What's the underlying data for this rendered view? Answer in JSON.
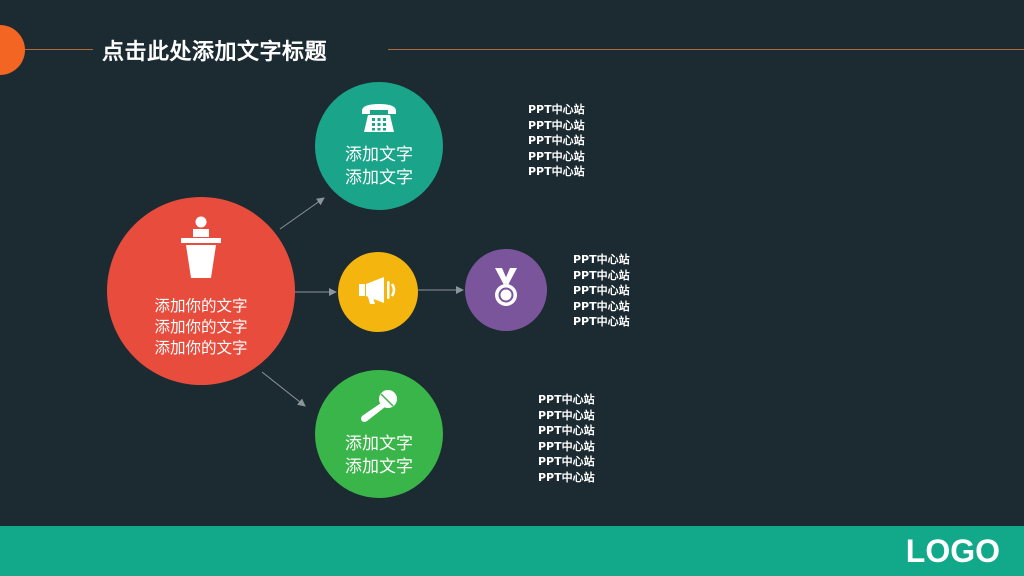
{
  "header": {
    "title": "点击此处添加文字标题"
  },
  "colors": {
    "background": "#1b2b31",
    "accent_orange": "#f26522",
    "main_red": "#e84c3d",
    "teal": "#1aa48a",
    "yellow": "#f5b50f",
    "purple": "#7b559c",
    "green": "#3ab54a",
    "footer": "#12a98b"
  },
  "main_node": {
    "icon": "podium-speaker-icon",
    "lines": [
      "添加你的文字",
      "添加你的文字",
      "添加你的文字"
    ]
  },
  "teal_node": {
    "icon": "telephone-icon",
    "lines": [
      "添加文字",
      "添加文字"
    ]
  },
  "yellow_node": {
    "icon": "megaphone-icon"
  },
  "purple_node": {
    "icon": "medal-icon"
  },
  "green_node": {
    "icon": "microphone-icon",
    "lines": [
      "添加文字",
      "添加文字"
    ]
  },
  "text_blocks": {
    "top": [
      "PPT中心站",
      "PPT中心站",
      "PPT中心站",
      "PPT中心站",
      "PPT中心站"
    ],
    "middle": [
      "PPT中心站",
      "PPT中心站",
      "PPT中心站",
      "PPT中心站",
      "PPT中心站"
    ],
    "bottom": [
      "PPT中心站",
      "PPT中心站",
      "PPT中心站",
      "PPT中心站",
      "PPT中心站",
      "PPT中心站"
    ]
  },
  "footer": {
    "logo": "LOGO"
  }
}
